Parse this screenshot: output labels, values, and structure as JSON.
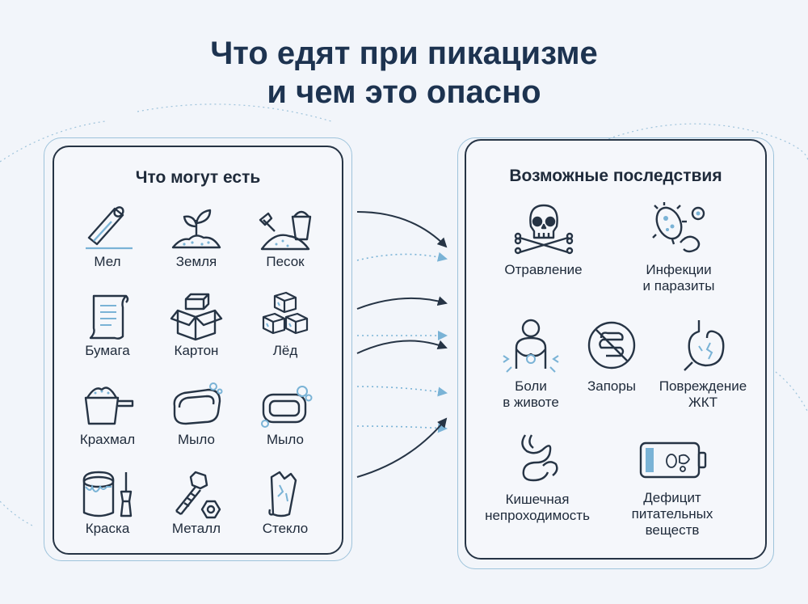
{
  "title_line1": "Что едят при пикацизме",
  "title_line2": "и чем это опасно",
  "left_panel": {
    "title": "Что могут есть",
    "items": [
      {
        "label": "Мел",
        "icon": "chalk-icon"
      },
      {
        "label": "Земля",
        "icon": "soil-sprout-icon"
      },
      {
        "label": "Песок",
        "icon": "sand-bucket-icon"
      },
      {
        "label": "Бумага",
        "icon": "paper-scroll-icon"
      },
      {
        "label": "Картон",
        "icon": "cardboard-box-icon"
      },
      {
        "label": "Лёд",
        "icon": "ice-cubes-icon"
      },
      {
        "label": "Крахмал",
        "icon": "starch-scoop-icon"
      },
      {
        "label": "Мыло",
        "icon": "soap-bar-icon"
      },
      {
        "label": "Мыло",
        "icon": "soap-bubbles-icon"
      },
      {
        "label": "Краска",
        "icon": "paint-can-brush-icon"
      },
      {
        "label": "Металл",
        "icon": "bolt-nut-icon"
      },
      {
        "label": "Стекло",
        "icon": "broken-glass-icon"
      }
    ]
  },
  "right_panel": {
    "title": "Возможные последствия",
    "items": [
      {
        "label": "Отравление",
        "icon": "skull-crossbones-icon"
      },
      {
        "label": "Инфекции\nи паразиты",
        "icon": "bacteria-worm-icon"
      },
      {
        "label": "Боли\nв животе",
        "icon": "stomach-pain-icon"
      },
      {
        "label": "Запоры",
        "icon": "blocked-intestine-icon"
      },
      {
        "label": "Повреждение\nЖКТ",
        "icon": "damaged-stomach-icon"
      },
      {
        "label": "Кишечная\nнепроходимость",
        "icon": "intestine-knot-icon"
      },
      {
        "label": "Дефицит\nпитательных\nвеществ",
        "icon": "low-battery-nutrients-icon"
      }
    ]
  },
  "colors": {
    "dark": "#263445",
    "accent": "#7ab3d6",
    "title": "#1d3350"
  }
}
